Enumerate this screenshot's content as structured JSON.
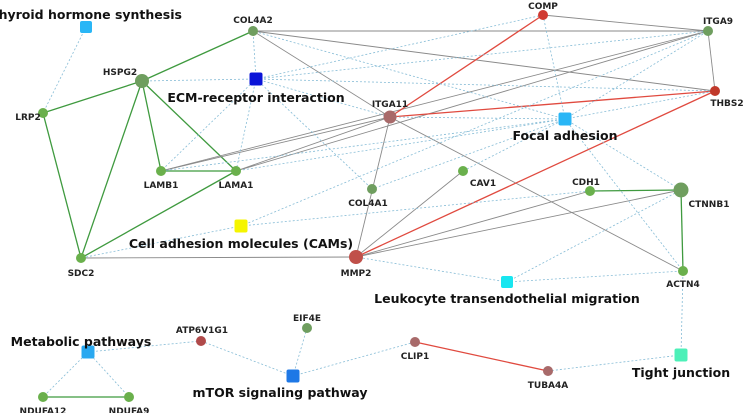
{
  "colors": {
    "gene_green": "#6f9e5f",
    "gene_green_light": "#6ab04c",
    "gene_red": "#c0392b",
    "gene_mauve": "#a86a6a",
    "edge_green": "#3f9a3f",
    "edge_gray": "#8a8a8a",
    "edge_red": "#e04a3f",
    "edge_dotted": "#86bcd6"
  },
  "nodes": [
    {
      "id": "COL4A2",
      "label": "COL4A2",
      "kind": "gene",
      "color": "#6f9e5f"
    },
    {
      "id": "COMP",
      "label": "COMP",
      "kind": "gene",
      "color": "#d03a32"
    },
    {
      "id": "ITGA9",
      "label": "ITGA9",
      "kind": "gene",
      "color": "#6f9e5f"
    },
    {
      "id": "HSPG2",
      "label": "HSPG2",
      "kind": "gene",
      "color": "#6f9e5f"
    },
    {
      "id": "LRP2",
      "label": "LRP2",
      "kind": "gene",
      "color": "#6ab04c"
    },
    {
      "id": "THBS2",
      "label": "THBS2",
      "kind": "gene",
      "color": "#c0392b"
    },
    {
      "id": "ITGA11",
      "label": "ITGA11",
      "kind": "gene",
      "color": "#a86a6a"
    },
    {
      "id": "LAMB1",
      "label": "LAMB1",
      "kind": "gene",
      "color": "#6ab04c"
    },
    {
      "id": "LAMA1",
      "label": "LAMA1",
      "kind": "gene",
      "color": "#6ab04c"
    },
    {
      "id": "CAV1",
      "label": "CAV1",
      "kind": "gene",
      "color": "#6ab04c"
    },
    {
      "id": "COL4A1",
      "label": "COL4A1",
      "kind": "gene",
      "color": "#6f9e5f"
    },
    {
      "id": "CDH1",
      "label": "CDH1",
      "kind": "gene",
      "color": "#6ab04c"
    },
    {
      "id": "CTNNB1",
      "label": "CTNNB1",
      "kind": "gene",
      "color": "#6f9e5f"
    },
    {
      "id": "SDC2",
      "label": "SDC2",
      "kind": "gene",
      "color": "#6ab04c"
    },
    {
      "id": "MMP2",
      "label": "MMP2",
      "kind": "gene",
      "color": "#c0504a"
    },
    {
      "id": "ACTN4",
      "label": "ACTN4",
      "kind": "gene",
      "color": "#6ab04c"
    },
    {
      "id": "EIF4E",
      "label": "EIF4E",
      "kind": "gene",
      "color": "#6f9e5f"
    },
    {
      "id": "ATP6V1G1",
      "label": "ATP6V1G1",
      "kind": "gene",
      "color": "#b04a4a"
    },
    {
      "id": "CLIP1",
      "label": "CLIP1",
      "kind": "gene",
      "color": "#a86a6a"
    },
    {
      "id": "TUBA4A",
      "label": "TUBA4A",
      "kind": "gene",
      "color": "#a86a6a"
    },
    {
      "id": "NDUFA12",
      "label": "NDUFA12",
      "kind": "gene",
      "color": "#6ab04c"
    },
    {
      "id": "NDUFA9",
      "label": "NDUFA9",
      "kind": "gene",
      "color": "#6ab04c"
    },
    {
      "id": "P_THYROID",
      "label": "Thyroid hormone synthesis",
      "kind": "pathway",
      "color": "#29b6f6"
    },
    {
      "id": "P_ECM",
      "label": "ECM-receptor interaction",
      "kind": "pathway",
      "color": "#0a14d8"
    },
    {
      "id": "P_FOCAL",
      "label": "Focal adhesion",
      "kind": "pathway",
      "color": "#29b6f6"
    },
    {
      "id": "P_CAM",
      "label": "Cell adhesion molecules (CAMs)",
      "kind": "pathway",
      "color": "#f5f500"
    },
    {
      "id": "P_LEUKO",
      "label": "Leukocyte transendothelial migration",
      "kind": "pathway",
      "color": "#18e6f0"
    },
    {
      "id": "P_METAB",
      "label": "Metabolic pathways",
      "kind": "pathway",
      "color": "#29a8f0"
    },
    {
      "id": "P_MTOR",
      "label": "mTOR signaling pathway",
      "kind": "pathway",
      "color": "#1e78e6"
    },
    {
      "id": "P_TIGHT",
      "label": "Tight junction",
      "kind": "pathway",
      "color": "#4df0b8"
    }
  ],
  "edges": [
    {
      "from": "HSPG2",
      "to": "COL4A2",
      "style": "green"
    },
    {
      "from": "HSPG2",
      "to": "LRP2",
      "style": "green"
    },
    {
      "from": "HSPG2",
      "to": "LAMB1",
      "style": "green"
    },
    {
      "from": "HSPG2",
      "to": "LAMA1",
      "style": "green"
    },
    {
      "from": "HSPG2",
      "to": "SDC2",
      "style": "green"
    },
    {
      "from": "LRP2",
      "to": "SDC2",
      "style": "green"
    },
    {
      "from": "LAMB1",
      "to": "LAMA1",
      "style": "green"
    },
    {
      "from": "LAMA1",
      "to": "SDC2",
      "style": "green"
    },
    {
      "from": "CTNNB1",
      "to": "ACTN4",
      "style": "green"
    },
    {
      "from": "CDH1",
      "to": "CTNNB1",
      "style": "green"
    },
    {
      "from": "NDUFA12",
      "to": "NDUFA9",
      "style": "green"
    },
    {
      "from": "COL4A2",
      "to": "ITGA11",
      "style": "gray"
    },
    {
      "from": "COL4A2",
      "to": "ITGA9",
      "style": "gray"
    },
    {
      "from": "COL4A2",
      "to": "THBS2",
      "style": "gray"
    },
    {
      "from": "COMP",
      "to": "ITGA9",
      "style": "gray"
    },
    {
      "from": "ITGA9",
      "to": "THBS2",
      "style": "gray"
    },
    {
      "from": "ITGA9",
      "to": "LAMB1",
      "style": "gray"
    },
    {
      "from": "ITGA9",
      "to": "LAMA1",
      "style": "gray"
    },
    {
      "from": "ITGA11",
      "to": "LAMB1",
      "style": "gray"
    },
    {
      "from": "ITGA11",
      "to": "LAMA1",
      "style": "gray"
    },
    {
      "from": "ITGA11",
      "to": "MMP2",
      "style": "gray"
    },
    {
      "from": "ITGA11",
      "to": "ACTN4",
      "style": "gray"
    },
    {
      "from": "CAV1",
      "to": "MMP2",
      "style": "gray"
    },
    {
      "from": "SDC2",
      "to": "MMP2",
      "style": "gray"
    },
    {
      "from": "MMP2",
      "to": "CDH1",
      "style": "gray"
    },
    {
      "from": "MMP2",
      "to": "CTNNB1",
      "style": "gray"
    },
    {
      "from": "COMP",
      "to": "ITGA11",
      "style": "red"
    },
    {
      "from": "ITGA11",
      "to": "THBS2",
      "style": "red"
    },
    {
      "from": "MMP2",
      "to": "THBS2",
      "style": "red"
    },
    {
      "from": "CLIP1",
      "to": "TUBA4A",
      "style": "red"
    },
    {
      "from": "P_THYROID",
      "to": "LRP2",
      "style": "dotted"
    },
    {
      "from": "P_ECM",
      "to": "COL4A2",
      "style": "dotted"
    },
    {
      "from": "P_ECM",
      "to": "HSPG2",
      "style": "dotted"
    },
    {
      "from": "P_ECM",
      "to": "ITGA9",
      "style": "dotted"
    },
    {
      "from": "P_ECM",
      "to": "ITGA11",
      "style": "dotted"
    },
    {
      "from": "P_ECM",
      "to": "LAMB1",
      "style": "dotted"
    },
    {
      "from": "P_ECM",
      "to": "LAMA1",
      "style": "dotted"
    },
    {
      "from": "P_ECM",
      "to": "COL4A1",
      "style": "dotted"
    },
    {
      "from": "P_ECM",
      "to": "COMP",
      "style": "dotted"
    },
    {
      "from": "P_ECM",
      "to": "THBS2",
      "style": "dotted"
    },
    {
      "from": "P_FOCAL",
      "to": "COMP",
      "style": "dotted"
    },
    {
      "from": "P_FOCAL",
      "to": "ITGA9",
      "style": "dotted"
    },
    {
      "from": "P_FOCAL",
      "to": "THBS2",
      "style": "dotted"
    },
    {
      "from": "P_FOCAL",
      "to": "ITGA11",
      "style": "dotted"
    },
    {
      "from": "P_FOCAL",
      "to": "COL4A2",
      "style": "dotted"
    },
    {
      "from": "P_FOCAL",
      "to": "LAMB1",
      "style": "dotted"
    },
    {
      "from": "P_FOCAL",
      "to": "LAMA1",
      "style": "dotted"
    },
    {
      "from": "P_FOCAL",
      "to": "COL4A1",
      "style": "dotted"
    },
    {
      "from": "P_FOCAL",
      "to": "CAV1",
      "style": "dotted"
    },
    {
      "from": "P_FOCAL",
      "to": "CTNNB1",
      "style": "dotted"
    },
    {
      "from": "P_FOCAL",
      "to": "ACTN4",
      "style": "dotted"
    },
    {
      "from": "P_CAM",
      "to": "ITGA9",
      "style": "dotted"
    },
    {
      "from": "P_CAM",
      "to": "SDC2",
      "style": "dotted"
    },
    {
      "from": "P_CAM",
      "to": "CDH1",
      "style": "dotted"
    },
    {
      "from": "P_LEUKO",
      "to": "MMP2",
      "style": "dotted"
    },
    {
      "from": "P_LEUKO",
      "to": "CTNNB1",
      "style": "dotted"
    },
    {
      "from": "P_LEUKO",
      "to": "ACTN4",
      "style": "dotted"
    },
    {
      "from": "P_TIGHT",
      "to": "ACTN4",
      "style": "dotted"
    },
    {
      "from": "P_TIGHT",
      "to": "TUBA4A",
      "style": "dotted"
    },
    {
      "from": "P_METAB",
      "to": "ATP6V1G1",
      "style": "dotted"
    },
    {
      "from": "P_METAB",
      "to": "NDUFA12",
      "style": "dotted"
    },
    {
      "from": "P_METAB",
      "to": "NDUFA9",
      "style": "dotted"
    },
    {
      "from": "P_MTOR",
      "to": "EIF4E",
      "style": "dotted"
    },
    {
      "from": "P_MTOR",
      "to": "ATP6V1G1",
      "style": "dotted"
    },
    {
      "from": "P_MTOR",
      "to": "CLIP1",
      "style": "dotted"
    }
  ]
}
